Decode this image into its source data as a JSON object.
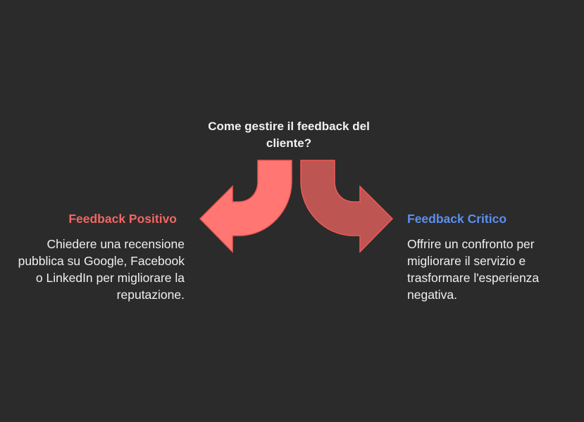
{
  "title": "Come gestire il feedback del cliente?",
  "branches": [
    {
      "heading": "Feedback Positivo",
      "description": "Chiedere una recensione pubblica su Google, Facebook o LinkedIn per migliorare la reputazione.",
      "color": "#ff7672"
    },
    {
      "heading": "Feedback Critico",
      "description": "Offrire un confronto per migliorare il servizio e trasformare l'esperienza negativa.",
      "color": "#bd5553"
    }
  ]
}
